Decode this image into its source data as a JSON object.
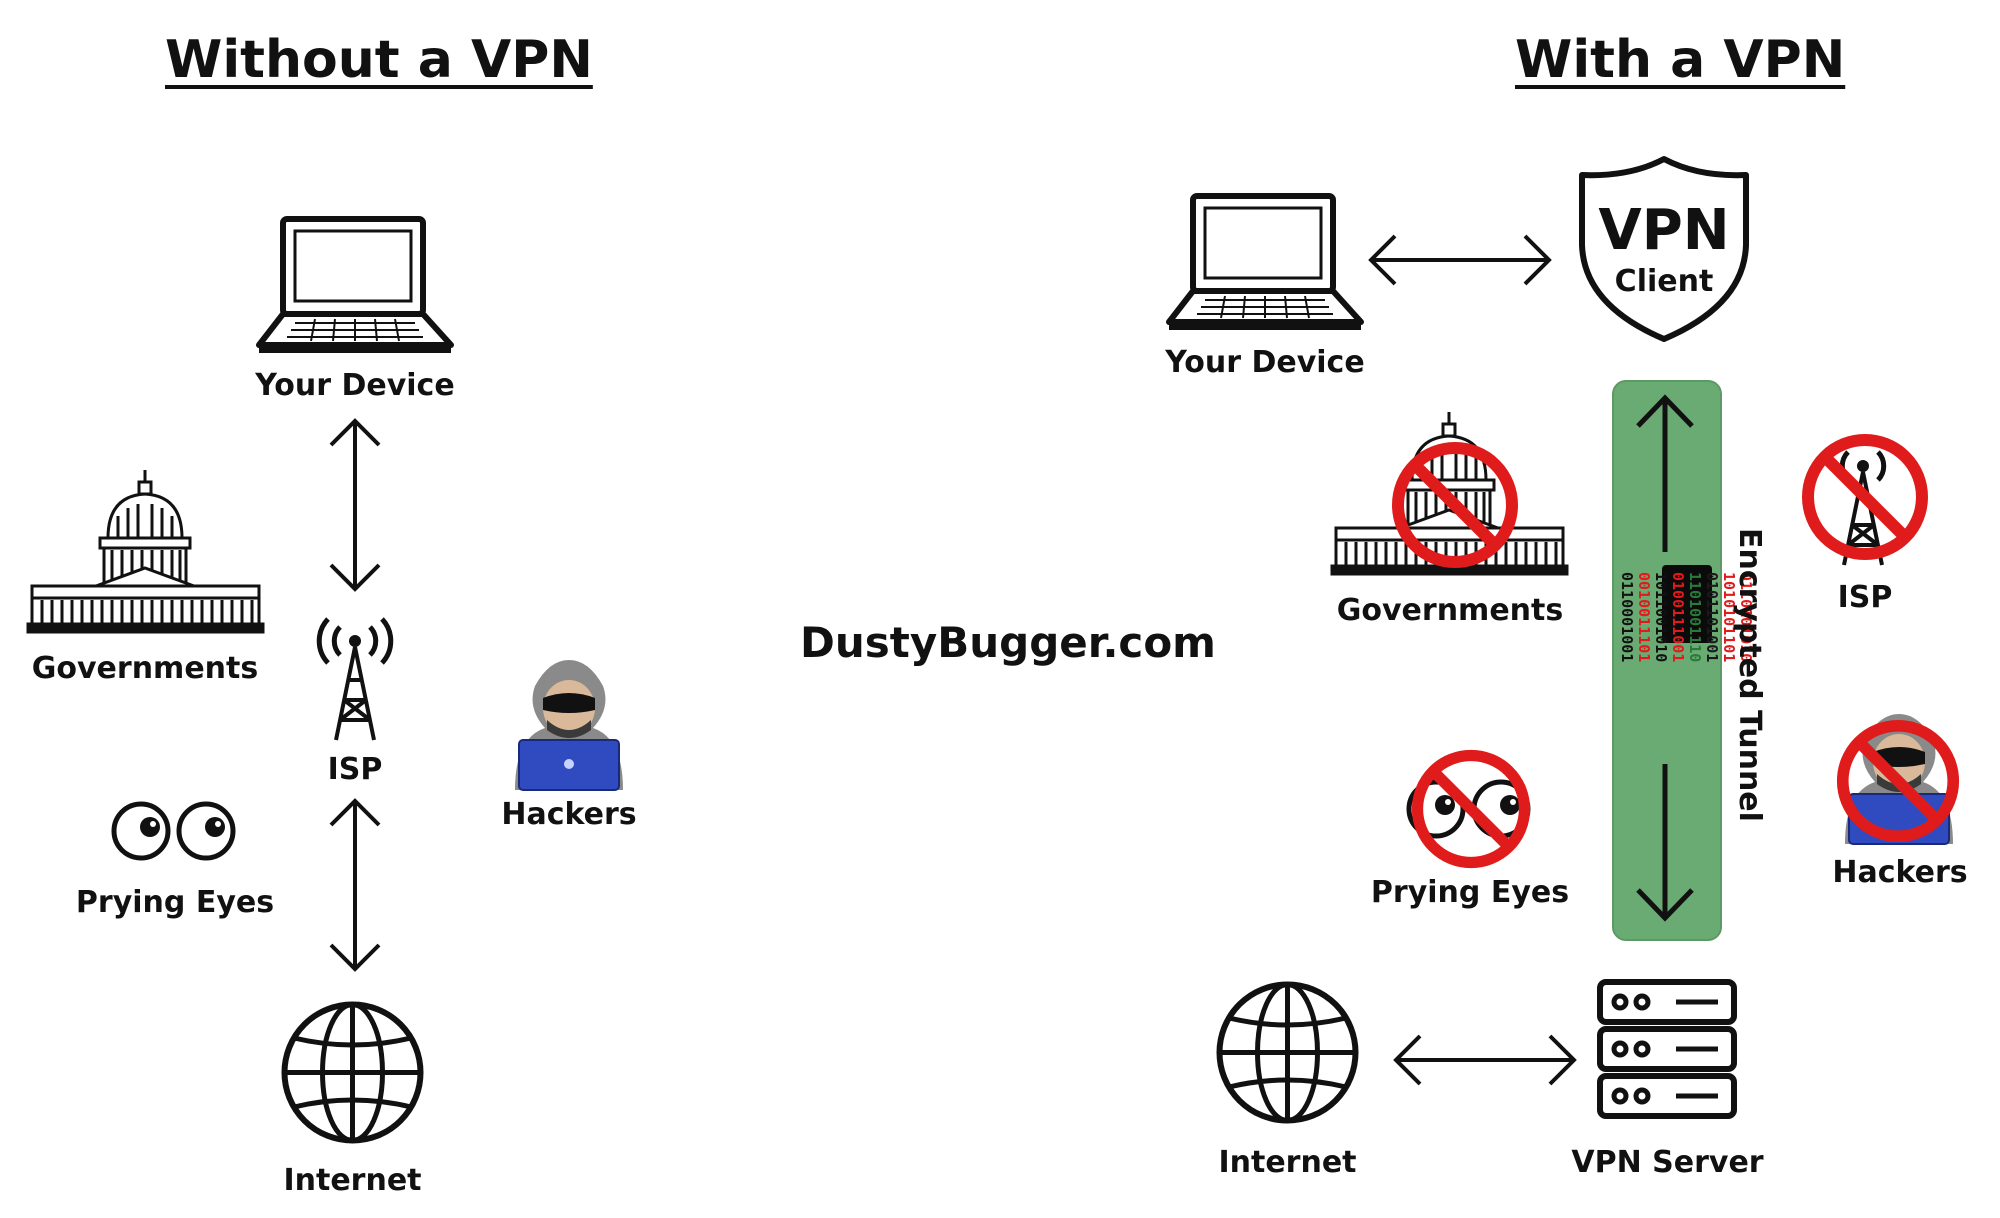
{
  "left": {
    "title": "Without a VPN",
    "device_label": "Your Device",
    "governments_label": "Governments",
    "isp_label": "ISP",
    "prying_label": "Prying Eyes",
    "hackers_label": "Hackers",
    "internet_label": "Internet"
  },
  "center": {
    "brand": "DustyBugger.com"
  },
  "right": {
    "title": "With a VPN",
    "device_label": "Your Device",
    "vpn_client_big": "VPN",
    "vpn_client_small": "Client",
    "governments_label": "Governments",
    "isp_label": "ISP",
    "prying_label": "Prying Eyes",
    "hackers_label": "Hackers",
    "tunnel_label": "Encrypted Tunnel",
    "internet_label": "Internet",
    "server_label": "VPN Server",
    "binary_lines": [
      "0110101010",
      "1010101101",
      "0101101001",
      "1101001110",
      "0100111001",
      "1011001010",
      "0010011101",
      "0110001001"
    ]
  },
  "colors": {
    "tunnel": "#6aaa73",
    "prohibit": "#e01b1b",
    "hacker_laptop": "#2f4bbf",
    "hacker_hood": "#8a8a8a"
  }
}
